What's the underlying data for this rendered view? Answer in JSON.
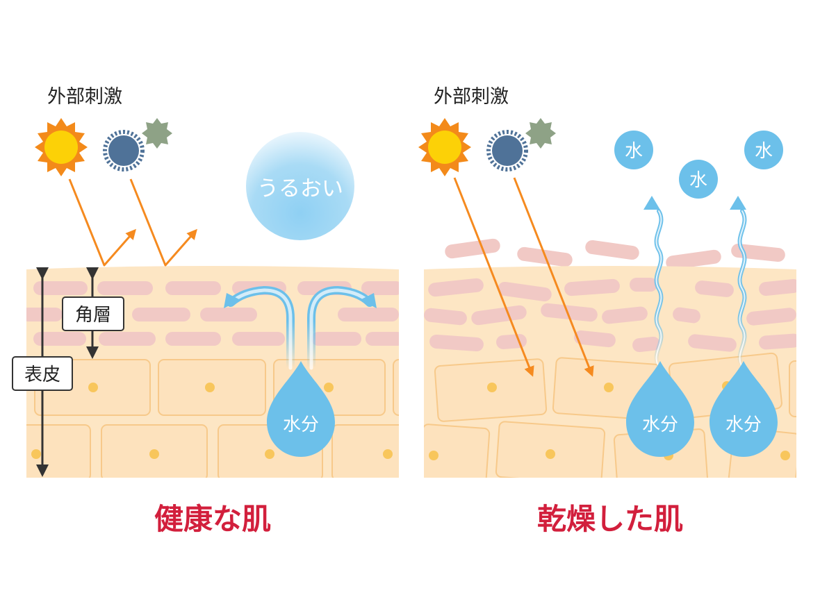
{
  "left_panel": {
    "stimulus_label": "外部刺激",
    "moisture_badge": "うるおい",
    "stratum_corneum_label": "角層",
    "epidermis_label": "表皮",
    "water_drop_label": "水分",
    "caption": "健康な肌"
  },
  "right_panel": {
    "stimulus_label": "外部刺激",
    "water_bubbles": [
      "水",
      "水",
      "水"
    ],
    "water_drop_labels": [
      "水分",
      "水分"
    ],
    "caption": "乾燥した肌"
  },
  "colors": {
    "skin_base": "#fde6c4",
    "cell_fill": "#fde2bd",
    "cell_border": "#f7c98a",
    "nucleus": "#f8c65c",
    "corneum_cells": "#f1c9c5",
    "arrow_orange": "#f58a1f",
    "water_blue": "#6cc0ea",
    "caption_red": "#d21f3c",
    "sun_orange": "#f38a1a",
    "sun_core": "#fcd107",
    "dust_blue": "#4f7298",
    "dust_green": "#8ea286"
  }
}
